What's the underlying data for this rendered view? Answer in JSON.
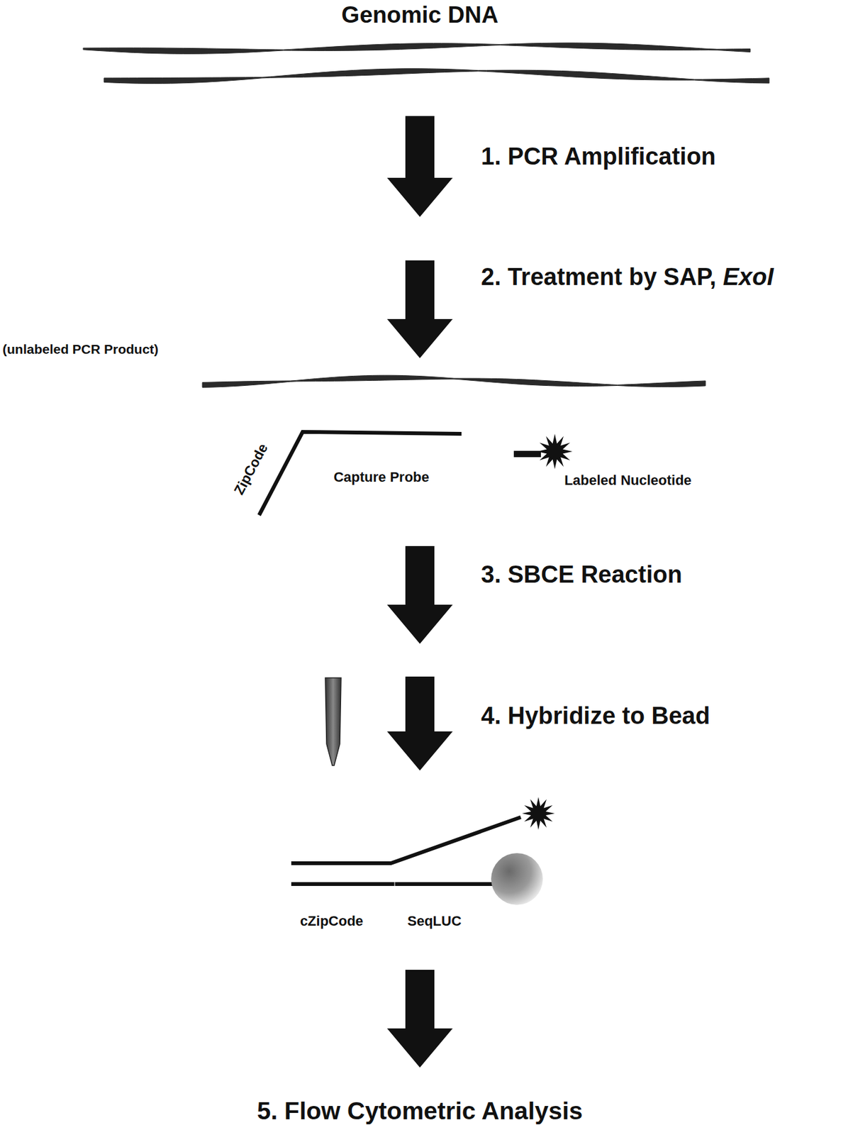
{
  "diagram": {
    "labels": [
      "Genomic DNA",
      "1. PCR Amplification",
      "2. Treatment by SAP, ExoI",
      "(unlabeled PCR Product)",
      "ZipCode",
      "Capture Probe",
      "Labeled Nucleotide",
      "3. SBCE Reaction",
      "4. Hybridize to Bead",
      "cZipCode",
      "SeqLUC",
      "5. Flow Cytometric Analysis"
    ]
  }
}
